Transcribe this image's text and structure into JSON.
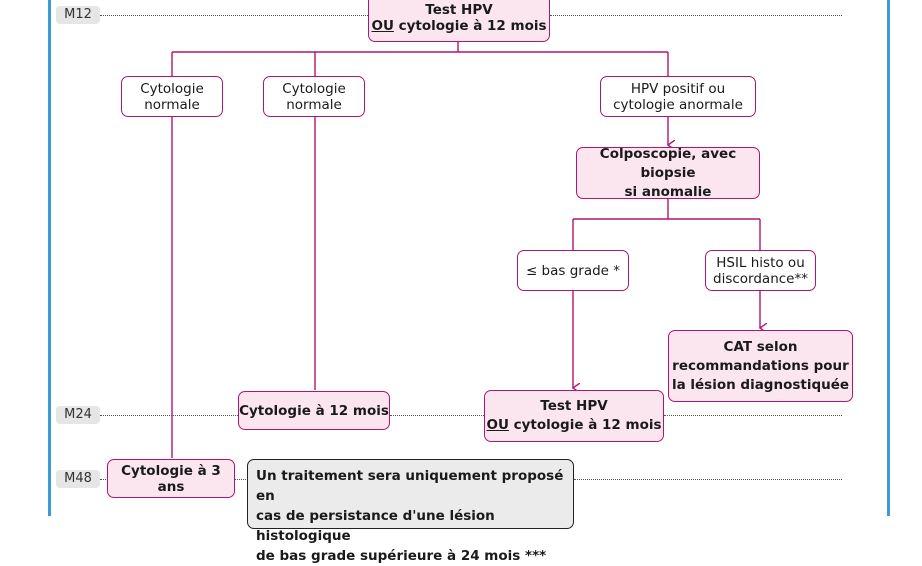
{
  "milestones": {
    "m12": "M12",
    "m24": "M24",
    "m48": "M48"
  },
  "boxes": {
    "top": {
      "line1": "Test HPV",
      "ou": "OU",
      "line2": " cytologie à 12 mois"
    },
    "cyto_normale_1": {
      "line1": "Cytologie",
      "line2": "normale"
    },
    "cyto_normale_2": {
      "line1": "Cytologie",
      "line2": "normale"
    },
    "hpv_positif": {
      "line1": "HPV positif ou",
      "line2": "cytologie anormale"
    },
    "colposcopie": {
      "line1": "Colposcopie, avec biopsie",
      "line2": "si anomalie"
    },
    "bas_grade": {
      "text": "≤ bas grade *"
    },
    "hsil": {
      "line1": "HSIL histo ou",
      "line2": "discordance**"
    },
    "cat": {
      "line1": "CAT selon",
      "line2": "recommandations pour",
      "line3": "la lésion diagnostiquée"
    },
    "cyto_12": {
      "text": "Cytologie à 12 mois"
    },
    "test_hpv_m24": {
      "line1": "Test HPV",
      "ou": "OU",
      "line2": " cytologie à 12 mois"
    },
    "cyto_3ans": {
      "text": "Cytologie à 3 ans"
    },
    "note": {
      "line1": "Un traitement sera uniquement proposé en",
      "line2": "cas de persistance d'une lésion histologique",
      "line3": "de bas grade supérieure à 24 mois ***"
    }
  },
  "colors": {
    "accent": "#b01670",
    "box_fill": "#fbe6ef",
    "frame": "#3a9bd5",
    "note_fill": "#ebebeb"
  }
}
